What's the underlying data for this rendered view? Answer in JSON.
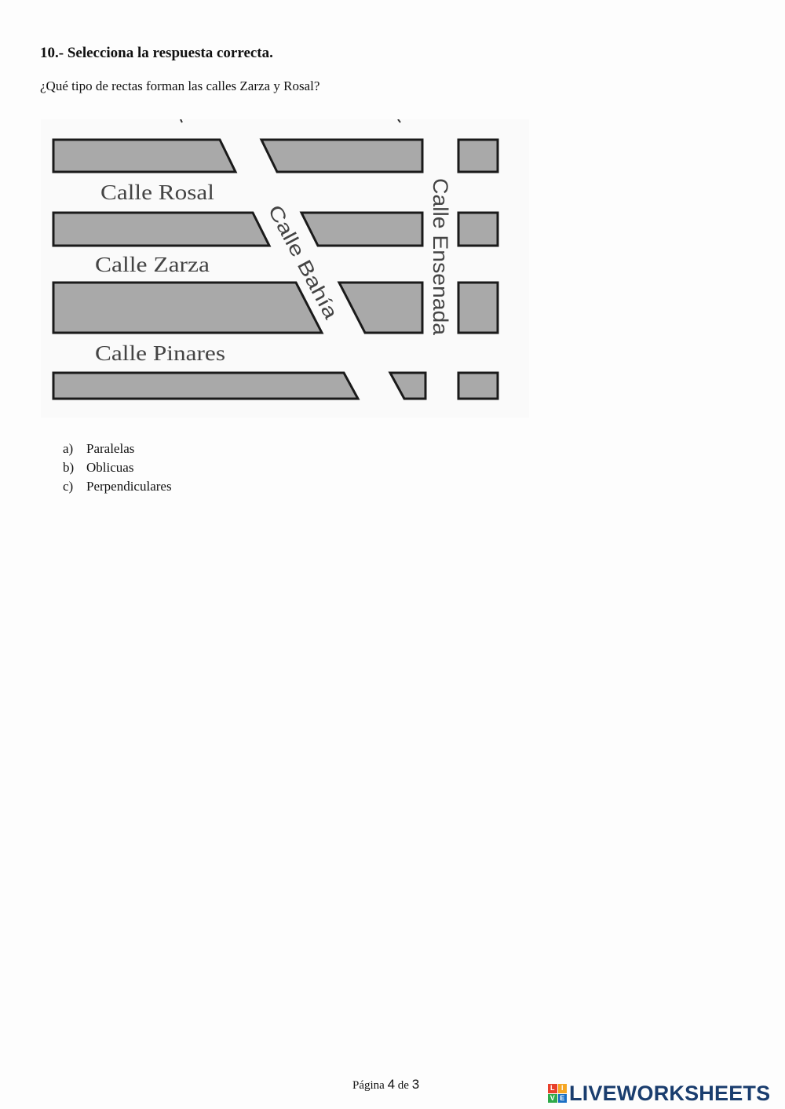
{
  "question": {
    "title": "10.- Selecciona la respuesta correcta.",
    "text": "¿Qué tipo de rectas forman las calles Zarza y Rosal?"
  },
  "map": {
    "streets": {
      "rosal": "Calle Rosal",
      "zarza": "Calle Zarza",
      "pinares": "Calle Pinares",
      "bahia": "Calle Bahía",
      "ensenada": "Calle Ensenada"
    },
    "colors": {
      "block_fill": "#a9a9a9",
      "block_stroke": "#1a1a1a",
      "label": "#444444"
    }
  },
  "options": [
    {
      "letter": "a)",
      "label": "Paralelas"
    },
    {
      "letter": "b)",
      "label": "Oblicuas"
    },
    {
      "letter": "c)",
      "label": "Perpendiculares"
    }
  ],
  "footer": {
    "prefix": "Página",
    "current": "4",
    "middle": "de",
    "total": "3"
  },
  "brand": {
    "name": "LIVEWORKSHEETS",
    "logo_letters": [
      "L",
      "I",
      "V",
      "E"
    ],
    "colors": {
      "text": "#1a3d6e",
      "logo": [
        "#e8402b",
        "#f5a623",
        "#2eaa4a",
        "#1a6fc4"
      ]
    }
  }
}
